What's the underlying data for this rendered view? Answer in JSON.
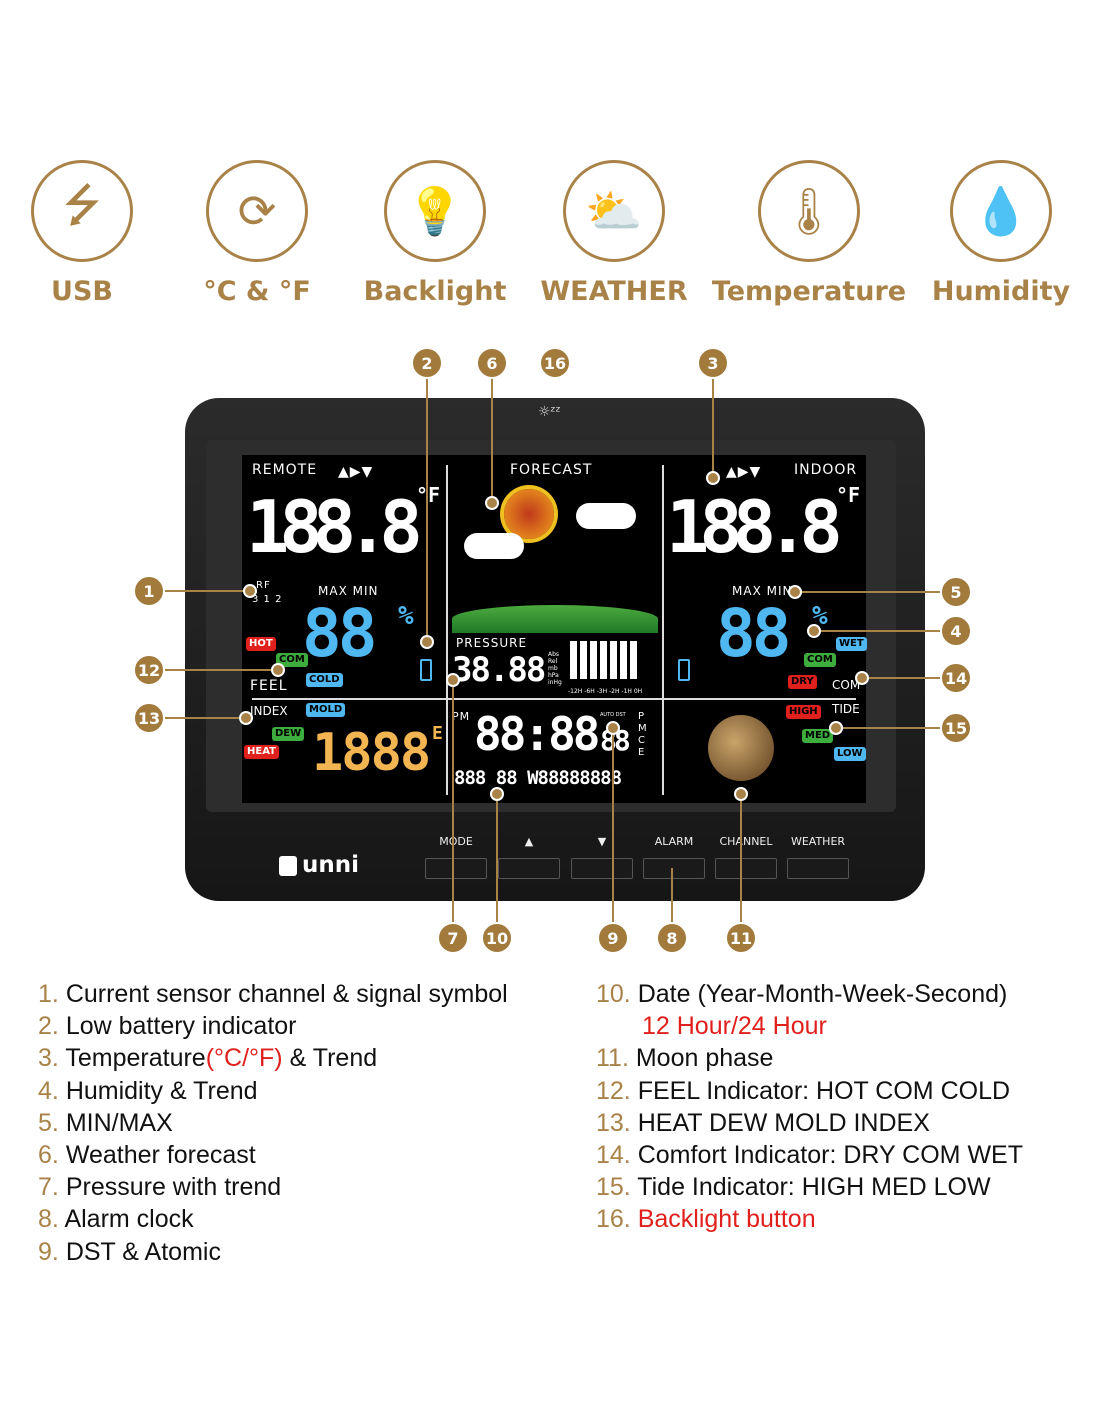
{
  "features": [
    {
      "label": "USB",
      "icon": "usb-icon",
      "glyph": "⭍"
    },
    {
      "label": "°C & °F",
      "icon": "unit-switch-icon",
      "glyph": "⟳"
    },
    {
      "label": "Backlight",
      "icon": "lightbulb-icon",
      "glyph": "💡"
    },
    {
      "label": "WEATHER",
      "icon": "sun-cloud-icon",
      "glyph": "⛅"
    },
    {
      "label": "Temperature",
      "icon": "thermometer-icon",
      "glyph": "🌡"
    },
    {
      "label": "Humidity",
      "icon": "droplets-icon",
      "glyph": "💧"
    }
  ],
  "display": {
    "remote": "REMOTE",
    "forecast": "FORECAST",
    "indoor": "INDOOR",
    "temp_remote": "188.8",
    "temp_indoor": "188.8",
    "unit": "°F",
    "maxmin": "MAX MIN",
    "humidity": "88",
    "percent": "%",
    "rf": "RF",
    "channels": "3 1 2",
    "feel": "FEEL",
    "index": "INDEX",
    "feel_arc": [
      "HOT",
      "COM",
      "COLD",
      "MOLD",
      "DEW",
      "HEAT"
    ],
    "feel_value": "1888",
    "feel_unit": "E",
    "pressure": "PRESSURE",
    "pressure_value": "38.88",
    "pressure_units": "Abs Rel mb hPa inHg",
    "pressure_hours": "-12H -6H -3H -2H -1H 0H",
    "pm": "PM",
    "time": "88:88",
    "seconds": "88",
    "auto_dst": "AUTO DST",
    "pmce": [
      "P",
      "M",
      "C",
      "E"
    ],
    "date": "888 88 W88888888",
    "com": "COM",
    "tide": "TIDE",
    "comfort_arc": [
      "WET",
      "COM",
      "DRY",
      "HIGH",
      "MED",
      "LOW"
    ],
    "trend": "▲▶▼"
  },
  "buttons": [
    "MODE",
    "▲",
    "▼",
    "ALARM",
    "CHANNEL",
    "WEATHER"
  ],
  "brand": "unni",
  "callouts": [
    "2",
    "6",
    "16",
    "3",
    "1",
    "12",
    "13",
    "5",
    "4",
    "14",
    "15",
    "7",
    "10",
    "9",
    "8",
    "11"
  ],
  "legend_left": [
    {
      "n": "1.",
      "text": "Current sensor channel & signal symbol"
    },
    {
      "n": "2.",
      "text": "Low battery indicator"
    },
    {
      "n": "3.",
      "text": "Temperature",
      "red": "(°C/°F)",
      "after": " & Trend"
    },
    {
      "n": "4.",
      "text": "Humidity & Trend"
    },
    {
      "n": "5.",
      "text": "MIN/MAX"
    },
    {
      "n": "6.",
      "text": "Weather forecast"
    },
    {
      "n": "7.",
      "text": "Pressure with trend"
    },
    {
      "n": "8.",
      "text": "Alarm clock"
    },
    {
      "n": "9.",
      "text": "DST & Atomic"
    }
  ],
  "legend_right": [
    {
      "n": "10.",
      "text": "Date (Year-Month-Week-Second)",
      "red_line": "12 Hour/24 Hour"
    },
    {
      "n": "11.",
      "text": "Moon phase"
    },
    {
      "n": "12.",
      "text": "FEEL Indicator: HOT COM COLD"
    },
    {
      "n": "13.",
      "text": "HEAT DEW MOLD INDEX"
    },
    {
      "n": "14.",
      "text": "Comfort Indicator: DRY COM WET"
    },
    {
      "n": "15.",
      "text": "Tide Indicator: HIGH MED LOW"
    },
    {
      "n": "16.",
      "red": "Backlight button"
    }
  ],
  "colors": {
    "gold": "#a98248",
    "red": "#e0201c",
    "lcd_blue": "#4fb8f0",
    "lcd_orange": "#f2b552"
  }
}
